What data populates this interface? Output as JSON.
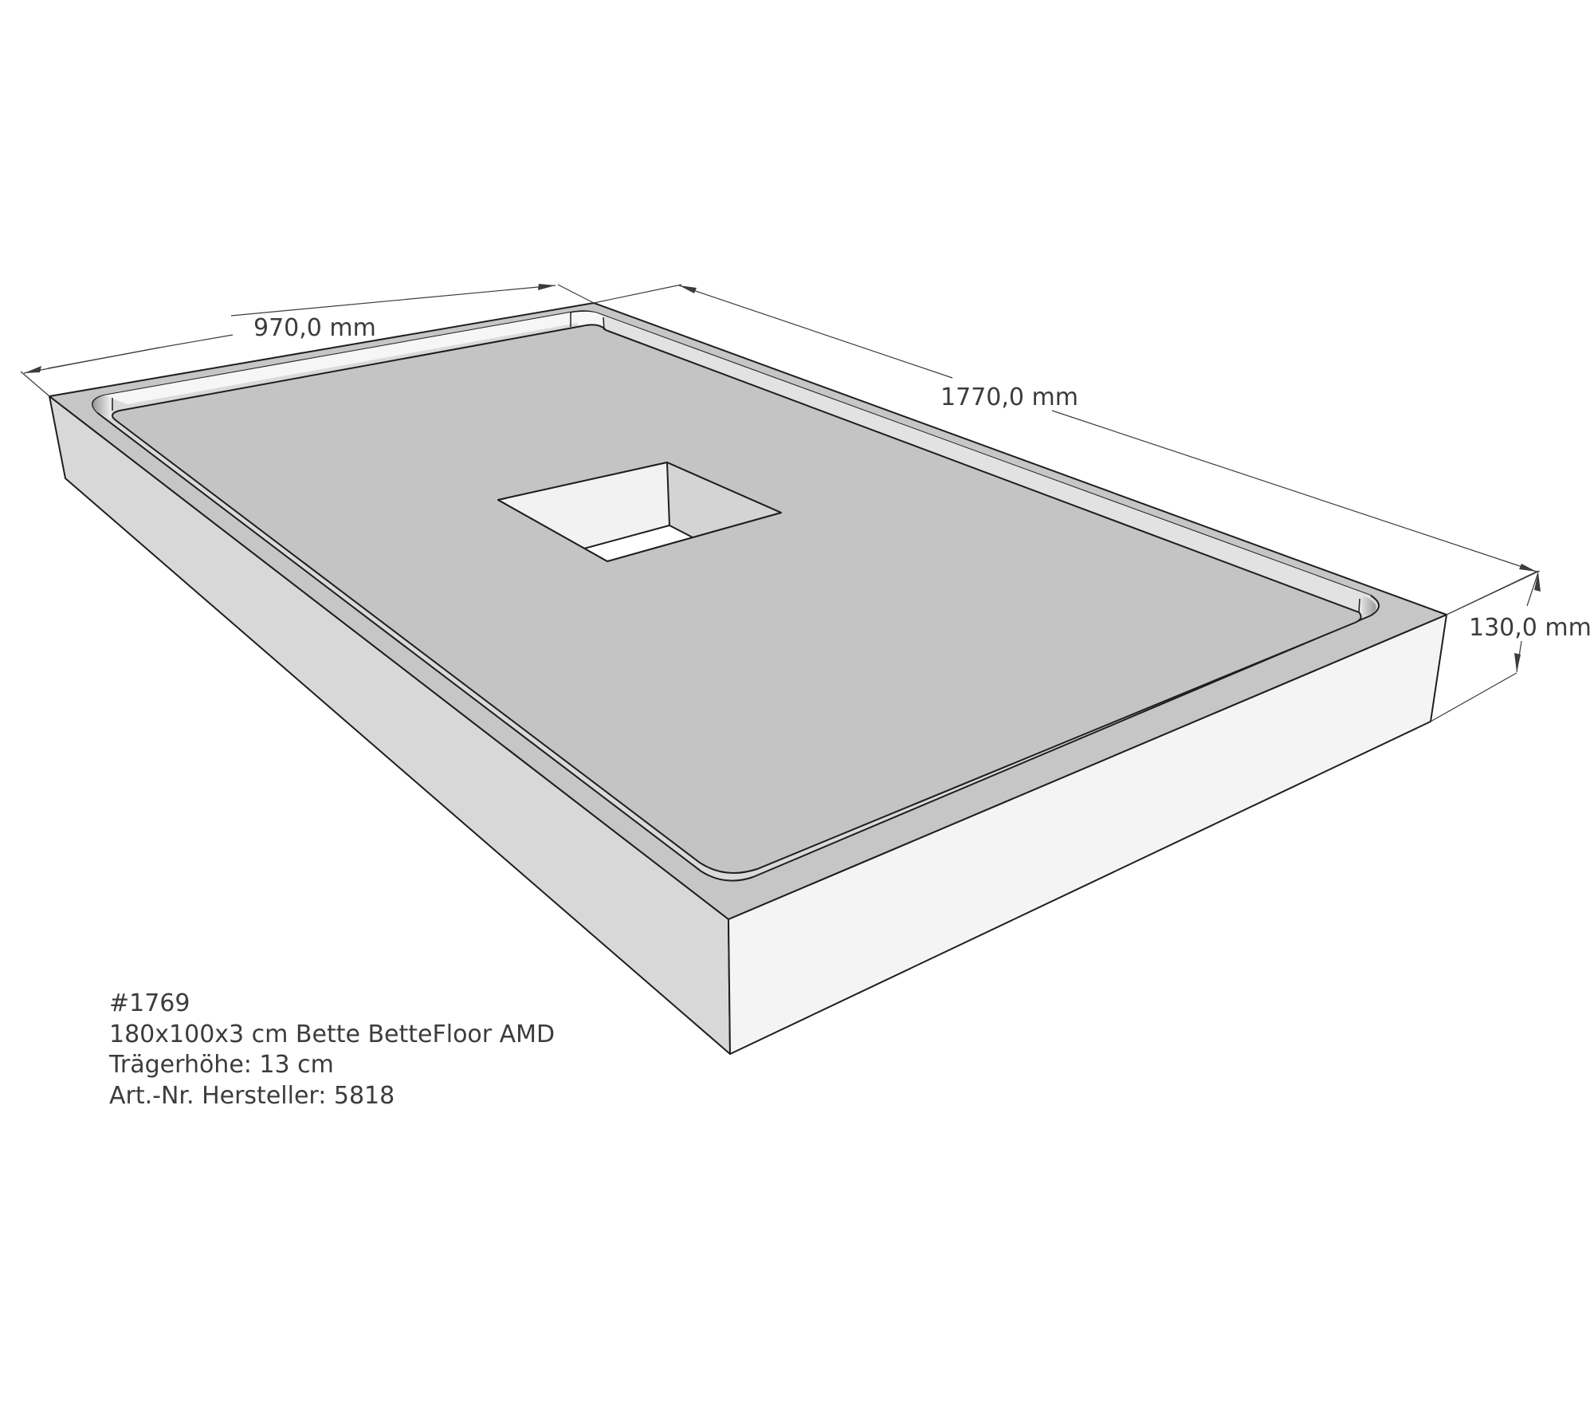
{
  "drawing": {
    "dimensions": {
      "width_label": "970,0 mm",
      "length_label": "1770,0 mm",
      "height_label": "130,0 mm"
    },
    "colors": {
      "top_face": "#c4c4c4",
      "rim_face": "#c6c6c6",
      "left_side_face": "#d8d8d8",
      "front_side_face": "#f4f4f4",
      "recess_wall_light": "#f6f6f6",
      "recess_wall_shade": "#dcdcdc",
      "edge_line": "#1e1e1e",
      "dimension_line": "#3c3c3c",
      "text": "#3c3c3c"
    }
  },
  "caption": {
    "id": "#1769",
    "product": "180x100x3 cm Bette BetteFloor AMD",
    "carrier_height": "Trägerhöhe: 13 cm",
    "article_number": "Art.-Nr. Hersteller: 5818"
  }
}
